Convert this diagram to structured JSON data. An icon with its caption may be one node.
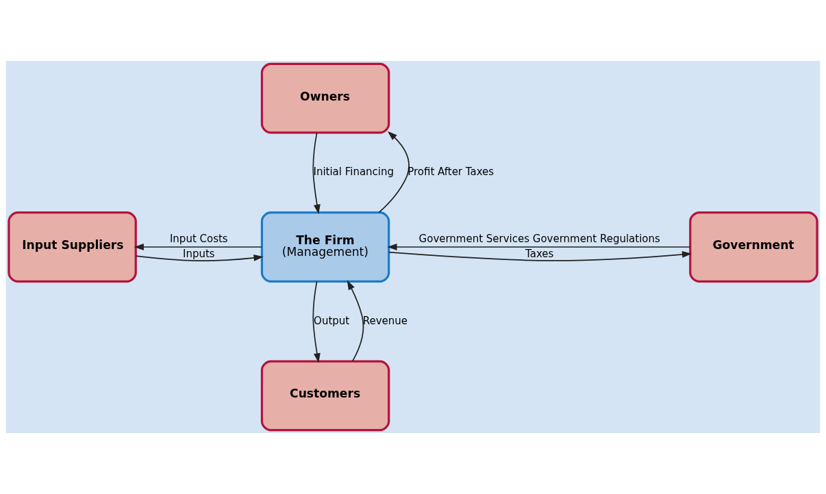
{
  "diagram": {
    "nodes": [
      {
        "text": [
          "Owners"
        ]
      },
      {
        "text": [
          "Input Suppliers"
        ]
      },
      {
        "text": [
          "The Firm",
          "(Management)"
        ]
      },
      {
        "text": [
          "Government"
        ]
      },
      {
        "text": [
          "Customers"
        ]
      }
    ],
    "edges": [
      {
        "from": 0,
        "to": 2,
        "arrow": "to",
        "label": "Initial Financing"
      },
      {
        "from": 2,
        "to": 0,
        "arrow": "to",
        "label": "Profit After Taxes"
      },
      {
        "from": 2,
        "to": 1,
        "arrow": "to",
        "label": "Input Costs"
      },
      {
        "from": 1,
        "to": 2,
        "arrow": "to",
        "label": "Inputs"
      },
      {
        "from": 2,
        "to": 3,
        "arrow": "to",
        "label": "Taxes"
      },
      {
        "from": 3,
        "to": 2,
        "arrow": "to",
        "label": "Government Services Government Regulations"
      },
      {
        "from": 2,
        "to": 4,
        "arrow": "to",
        "label": "Output"
      },
      {
        "from": 4,
        "to": 2,
        "arrow": "to",
        "label": "Revenue"
      }
    ]
  }
}
